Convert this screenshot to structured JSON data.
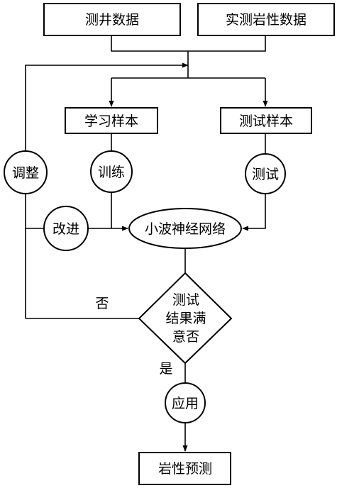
{
  "nodes": {
    "well_data": "测井数据",
    "rock_data": "实测岩性数据",
    "train_sample": "学习样本",
    "test_sample": "测试样本",
    "wavelet_nn": "小波神经网络",
    "decision_line1": "测试",
    "decision_line2": "结果满",
    "decision_line3": "意否",
    "lithology_prediction": "岩性预测"
  },
  "circles": {
    "adjust": "调整",
    "train": "训练",
    "test": "测试",
    "improve": "改进",
    "apply": "应用"
  },
  "edge_labels": {
    "no": "否",
    "yes": "是"
  }
}
